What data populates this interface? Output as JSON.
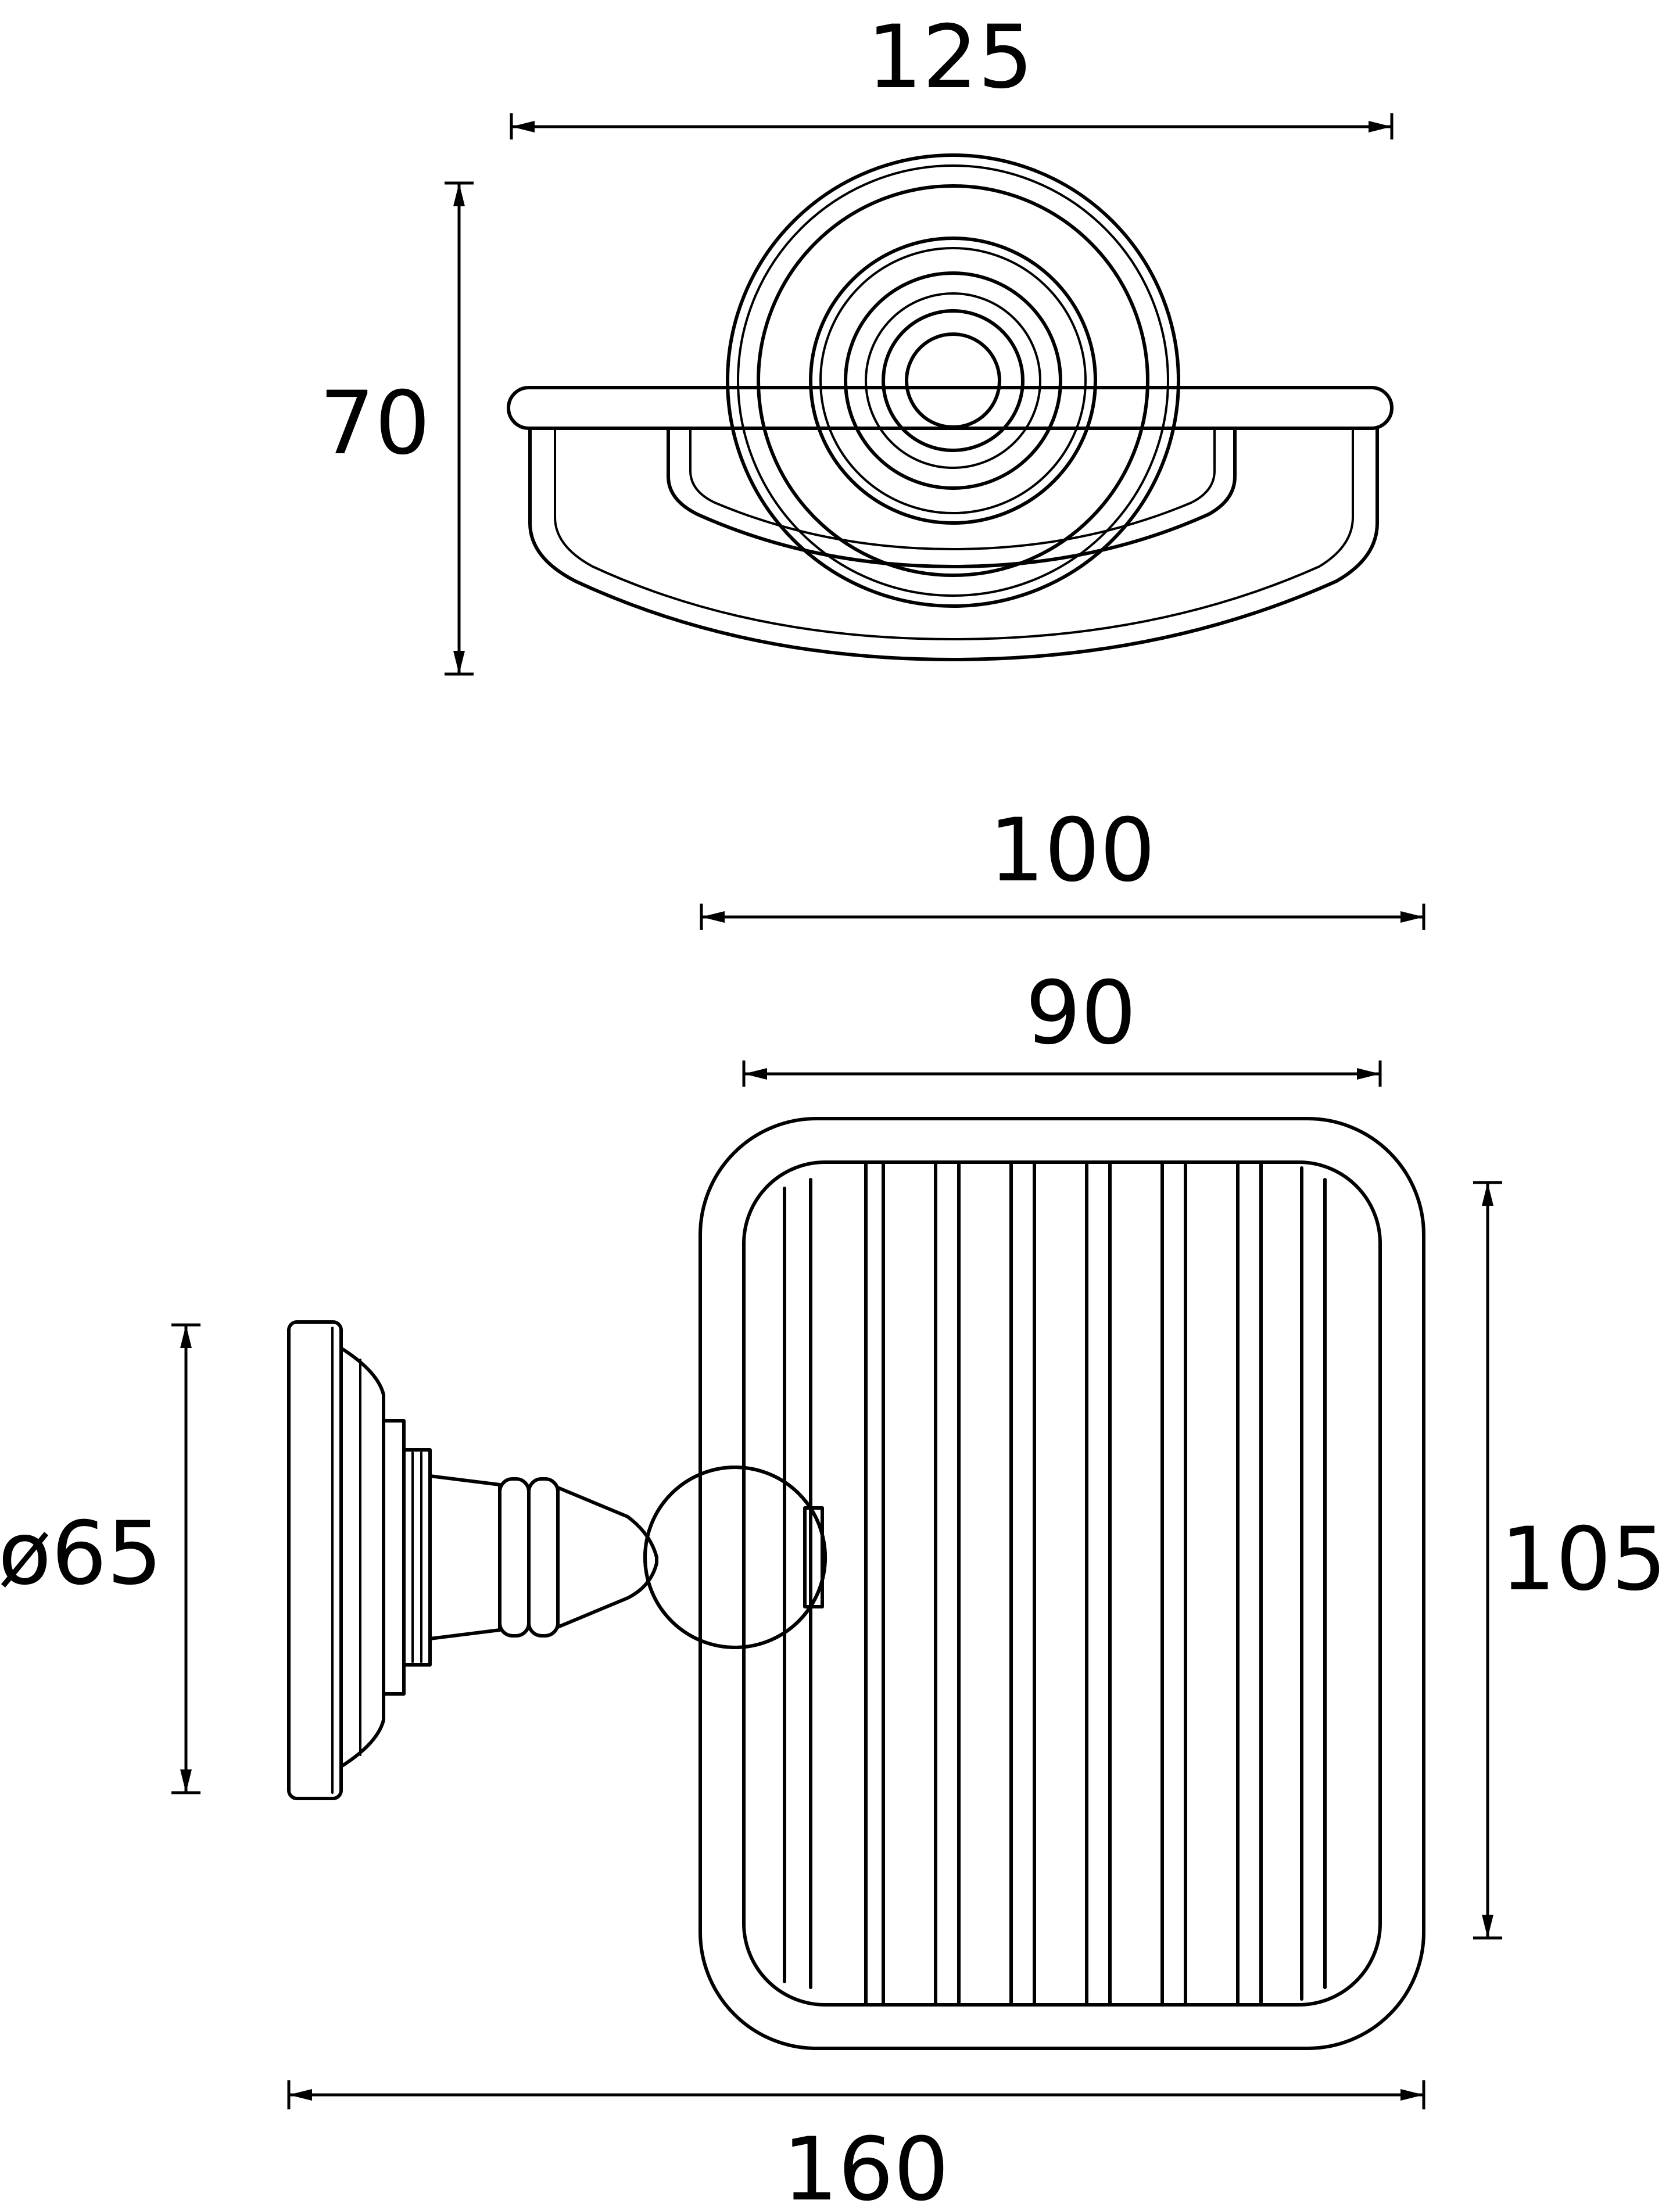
{
  "dimensions": {
    "top_width": "125",
    "top_height": "70",
    "overall_depth": "100",
    "basket_depth": "90",
    "basket_height": "105",
    "backplate_diameter": "ø65",
    "overall_length": "160"
  },
  "colors": {
    "line": "#000000",
    "background": "#ffffff"
  }
}
